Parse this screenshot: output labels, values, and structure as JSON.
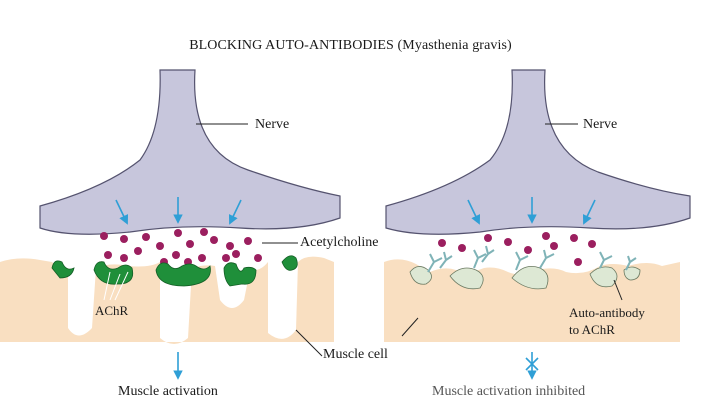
{
  "title": "BLOCKING AUTO-ANTIBODIES (Myasthenia gravis)",
  "labels": {
    "nerve_left": "Nerve",
    "nerve_right": "Nerve",
    "acetylcholine": "Acetylcholine",
    "achr": "AChR",
    "muscle_cell": "Muscle cell",
    "auto_antibody_line1": "Auto-antibody",
    "auto_antibody_line2": "to AChR",
    "outcome_left": "Muscle activation",
    "outcome_right": "Muscle activation inhibited"
  },
  "colors": {
    "nerve": "#c7c6dc",
    "nerve_stroke": "#55536f",
    "muscle": "#f9dfc1",
    "receptor_active": "#1f8f3a",
    "receptor_blocked": "#dde8d4",
    "acetylcholine": "#9b1f5f",
    "arrow": "#2f9fd6",
    "antibody": "#7fb3b7",
    "text": "#1a1a1a"
  }
}
